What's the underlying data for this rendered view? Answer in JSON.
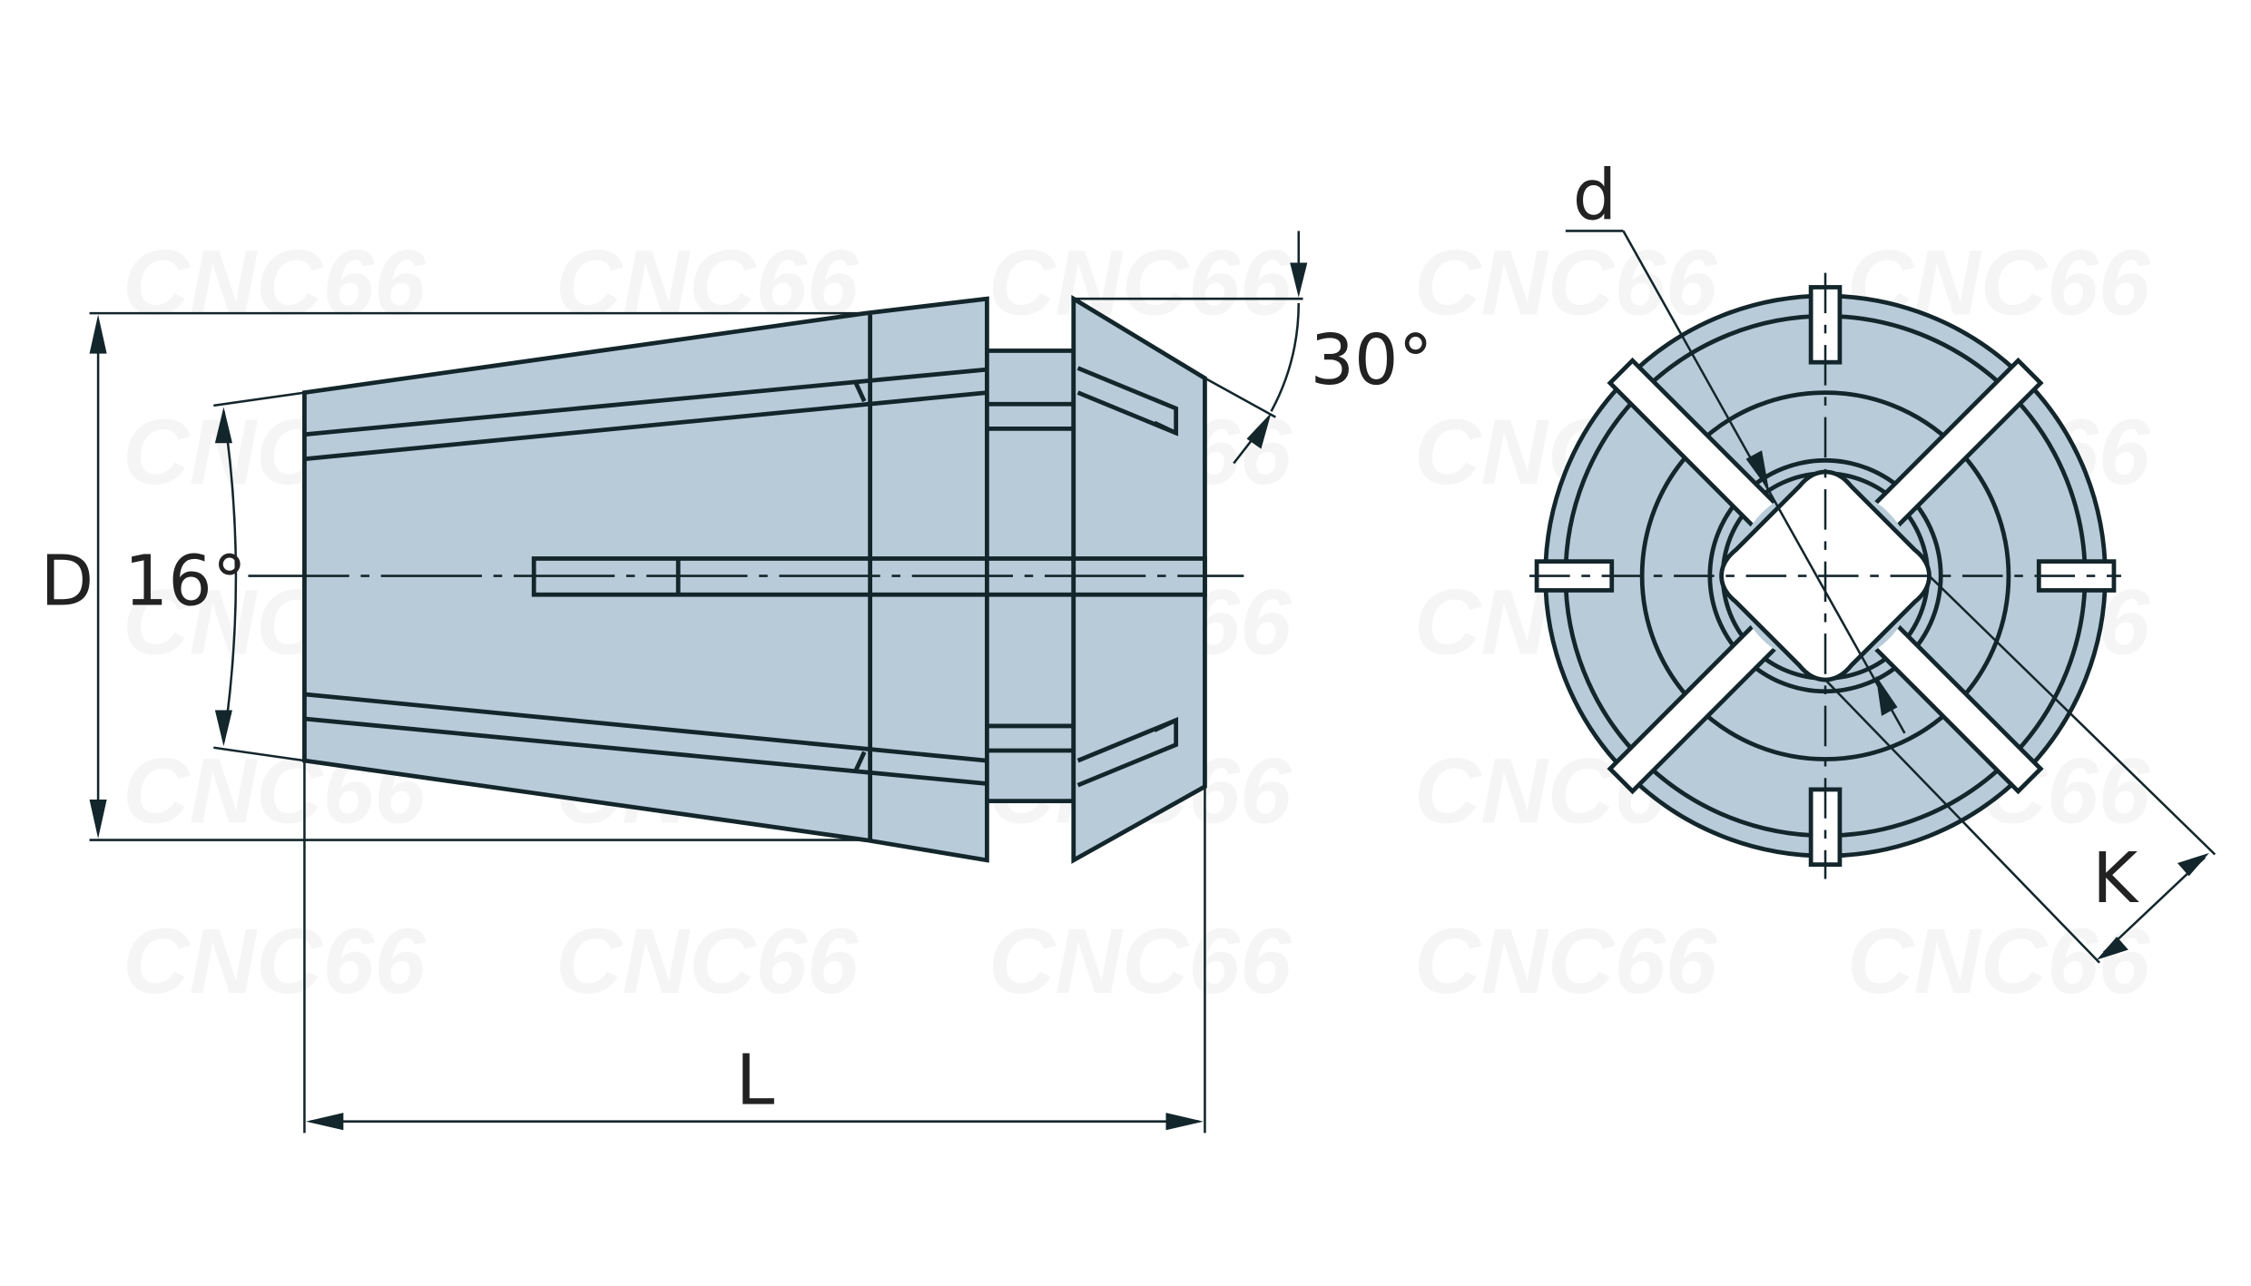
{
  "drawing": {
    "title": "ER collet drawing",
    "labels": {
      "diameter": "D",
      "taper_angle": "16°",
      "front_angle": "30°",
      "length": "L",
      "bore": "d",
      "square": "K"
    },
    "watermark": "CNC66",
    "colors": {
      "fill": "#b7cbd9",
      "line": "#13262b",
      "background": "#ffffff"
    }
  }
}
